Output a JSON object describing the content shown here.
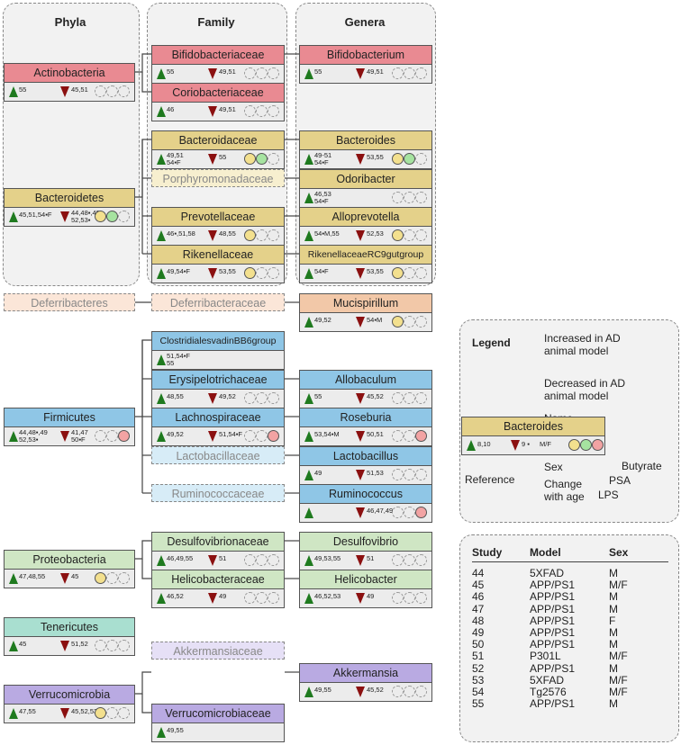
{
  "headers": {
    "phyla": "Phyla",
    "family": "Family",
    "genera": "Genera"
  },
  "colors": {
    "Actinobacteria": "#e98a92",
    "Bacteroidetes": "#e4d18a",
    "Deferribacteres": "#f2c8a8",
    "Firmicutes": "#8fc6e6",
    "Proteobacteria": "#cfe6c4",
    "Tenericutes": "#a9dfd0",
    "Verrucomicrobia": "#b9aae2"
  },
  "nodes": [
    {
      "id": "actino",
      "name": "Actinobacteria",
      "up": "55",
      "down": "45,51",
      "circles": [
        "e",
        "e",
        "e"
      ],
      "phylum": "Actinobacteria"
    },
    {
      "id": "bifidoF",
      "name": "Bifidobacteriaceae",
      "up": "55",
      "down": "49,51",
      "circles": [
        "e",
        "e",
        "e"
      ],
      "phylum": "Actinobacteria"
    },
    {
      "id": "corio",
      "name": "Coriobacteriaceae",
      "up": "46",
      "down": "49,51",
      "circles": [
        "e",
        "e",
        "e"
      ],
      "phylum": "Actinobacteria"
    },
    {
      "id": "bifidoG",
      "name": "Bifidobacterium",
      "up": "55",
      "down": "49,51",
      "circles": [
        "e",
        "e",
        "e"
      ],
      "phylum": "Actinobacteria"
    },
    {
      "id": "bacteroidetes",
      "name": "Bacteroidetes",
      "up": "45,51,54▪F",
      "down": "44,48▪,49\n52,53▪",
      "circles": [
        "b",
        "p",
        "e"
      ],
      "phylum": "Bacteroidetes"
    },
    {
      "id": "bacteroidaceae",
      "name": "Bacteroidaceae",
      "up": "49,51\n54▪F",
      "down": "55",
      "circles": [
        "b",
        "p",
        "e"
      ],
      "phylum": "Bacteroidetes"
    },
    {
      "id": "prevotellaceae",
      "name": "Prevotellaceae",
      "up": "46▪,51,58",
      "down": "48,55",
      "circles": [
        "b",
        "e",
        "e"
      ],
      "phylum": "Bacteroidetes"
    },
    {
      "id": "rikenellaceae",
      "name": "Rikenellaceae",
      "up": "49,54▪F",
      "down": "53,55",
      "circles": [
        "b",
        "e",
        "e"
      ],
      "phylum": "Bacteroidetes"
    },
    {
      "id": "bacteroides",
      "name": "Bacteroides",
      "up": "49-51\n54▪F",
      "down": "53,55",
      "circles": [
        "b",
        "p",
        "e"
      ],
      "phylum": "Bacteroidetes"
    },
    {
      "id": "odoribacter",
      "name": "Odoribacter",
      "up": "46,53\n54▪F",
      "down": "",
      "circles": [
        "e",
        "e",
        "e"
      ],
      "phylum": "Bacteroidetes"
    },
    {
      "id": "alloprevotella",
      "name": "Alloprevotella",
      "up": "54▪M,55",
      "down": "52,53",
      "circles": [
        "b",
        "e",
        "e"
      ],
      "phylum": "Bacteroidetes"
    },
    {
      "id": "rikenRC9",
      "name": "RikenellaceaeRC9gutgroup",
      "up": "54▪F",
      "down": "53,55",
      "circles": [
        "b",
        "e",
        "e"
      ],
      "phylum": "Bacteroidetes"
    },
    {
      "id": "mucispirillum",
      "name": "Mucispirillum",
      "up": "49,52",
      "down": "54▪M",
      "circles": [
        "b",
        "e",
        "e"
      ],
      "phylum": "Deferribacteres"
    },
    {
      "id": "clostridiales",
      "name": "ClostridialesvadinBB6group",
      "up": "51,54▪F\n55",
      "down": "",
      "circles": [],
      "phylum": "Firmicutes"
    },
    {
      "id": "erysipelo",
      "name": "Erysipelotrichaceae",
      "up": "48,55",
      "down": "49,52",
      "circles": [
        "e",
        "e",
        "e"
      ],
      "phylum": "Firmicutes"
    },
    {
      "id": "allobaculum",
      "name": "Allobaculum",
      "up": "55",
      "down": "45,52",
      "circles": [
        "e",
        "e",
        "e"
      ],
      "phylum": "Firmicutes"
    },
    {
      "id": "firmicutes",
      "name": "Firmicutes",
      "up": "44,48▪,49\n52,53▪",
      "down": "41,47\n50▪F",
      "circles": [
        "e",
        "e",
        "l"
      ],
      "phylum": "Firmicutes"
    },
    {
      "id": "lachno",
      "name": "Lachnospiraceae",
      "up": "49,52",
      "down": "51,54▪F",
      "circles": [
        "e",
        "e",
        "l"
      ],
      "phylum": "Firmicutes"
    },
    {
      "id": "roseburia",
      "name": "Roseburia",
      "up": "53,54▪M",
      "down": "50,51",
      "circles": [
        "e",
        "e",
        "l"
      ],
      "phylum": "Firmicutes"
    },
    {
      "id": "lactobacillus",
      "name": "Lactobacillus",
      "up": "49",
      "down": "51,53",
      "circles": [
        "e",
        "e",
        "e"
      ],
      "phylum": "Firmicutes"
    },
    {
      "id": "ruminococcus",
      "name": "Ruminococcus",
      "up": "",
      "down": "46,47,49",
      "circles": [
        "e",
        "e",
        "l"
      ],
      "phylum": "Firmicutes"
    },
    {
      "id": "proteobacteria",
      "name": "Proteobacteria",
      "up": "47,48,55",
      "down": "45",
      "circles": [
        "b",
        "e",
        "e"
      ],
      "phylum": "Proteobacteria"
    },
    {
      "id": "desulfoF",
      "name": "Desulfovibrionaceae",
      "up": "46,49,55",
      "down": "51",
      "circles": [
        "e",
        "e",
        "e"
      ],
      "phylum": "Proteobacteria"
    },
    {
      "id": "helicoF",
      "name": "Helicobacteraceae",
      "up": "46,52",
      "down": "49",
      "circles": [
        "e",
        "e",
        "e"
      ],
      "phylum": "Proteobacteria"
    },
    {
      "id": "desulfoG",
      "name": "Desulfovibrio",
      "up": "49,53,55",
      "down": "51",
      "circles": [
        "e",
        "e",
        "e"
      ],
      "phylum": "Proteobacteria"
    },
    {
      "id": "helicoG",
      "name": "Helicobacter",
      "up": "46,52,53",
      "down": "49",
      "circles": [
        "e",
        "e",
        "e"
      ],
      "phylum": "Proteobacteria"
    },
    {
      "id": "tenericutes",
      "name": "Tenericutes",
      "up": "45",
      "down": "51,52",
      "circles": [
        "e",
        "e",
        "e"
      ],
      "phylum": "Tenericutes"
    },
    {
      "id": "verruco",
      "name": "Verrucomicrobia",
      "up": "47,55",
      "down": "45,52,53▪",
      "circles": [
        "b",
        "e",
        "e"
      ],
      "phylum": "Verrucomicrobia"
    },
    {
      "id": "akkermansia",
      "name": "Akkermansia",
      "up": "49,55",
      "down": "45,52",
      "circles": [
        "e",
        "e",
        "e"
      ],
      "phylum": "Verrucomicrobia"
    },
    {
      "id": "verrucoF",
      "name": "Verrucomicrobiaceae",
      "up": "49,55",
      "down": "",
      "circles": [],
      "phylum": "Verrucomicrobia"
    }
  ],
  "ghosts": {
    "porphyro": "Porphyromonadaceae",
    "deferribacteres": "Deferribacteres",
    "deferribacteraceae": "Deferribacteraceae",
    "lactobacillaceae": "Lactobacillaceae",
    "ruminococcaceae": "Ruminococcaceae",
    "akkermansiaceae": "Akkermansiaceae"
  },
  "legend": {
    "title": "Legend",
    "increased": "Increased in AD\nanimal model",
    "decreased": "Decreased in AD\nanimal model",
    "name_label": "Name",
    "example_name": "Bacteroides",
    "example_up": "8,10",
    "example_down": "9 ▪",
    "example_sex": "M/F",
    "reference": "Reference",
    "sex": "Sex",
    "change": "Change\nwith age",
    "butyrate": "Butyrate",
    "psa": "PSA",
    "lps": "LPS"
  },
  "studies": {
    "headers": [
      "Study",
      "Model",
      "Sex"
    ],
    "rows": [
      [
        "44",
        "5XFAD",
        "M"
      ],
      [
        "45",
        "APP/PS1",
        "M/F"
      ],
      [
        "46",
        "APP/PS1",
        "M"
      ],
      [
        "47",
        "APP/PS1",
        "M"
      ],
      [
        "48",
        "APP/PS1",
        "F"
      ],
      [
        "49",
        "APP/PS1",
        "M"
      ],
      [
        "50",
        "APP/PS1",
        "M"
      ],
      [
        "51",
        "P301L",
        "M/F"
      ],
      [
        "52",
        "APP/PS1",
        "M"
      ],
      [
        "53",
        "5XFAD",
        "M/F"
      ],
      [
        "54",
        "Tg2576",
        "M/F"
      ],
      [
        "55",
        "APP/PS1",
        "M"
      ]
    ]
  }
}
